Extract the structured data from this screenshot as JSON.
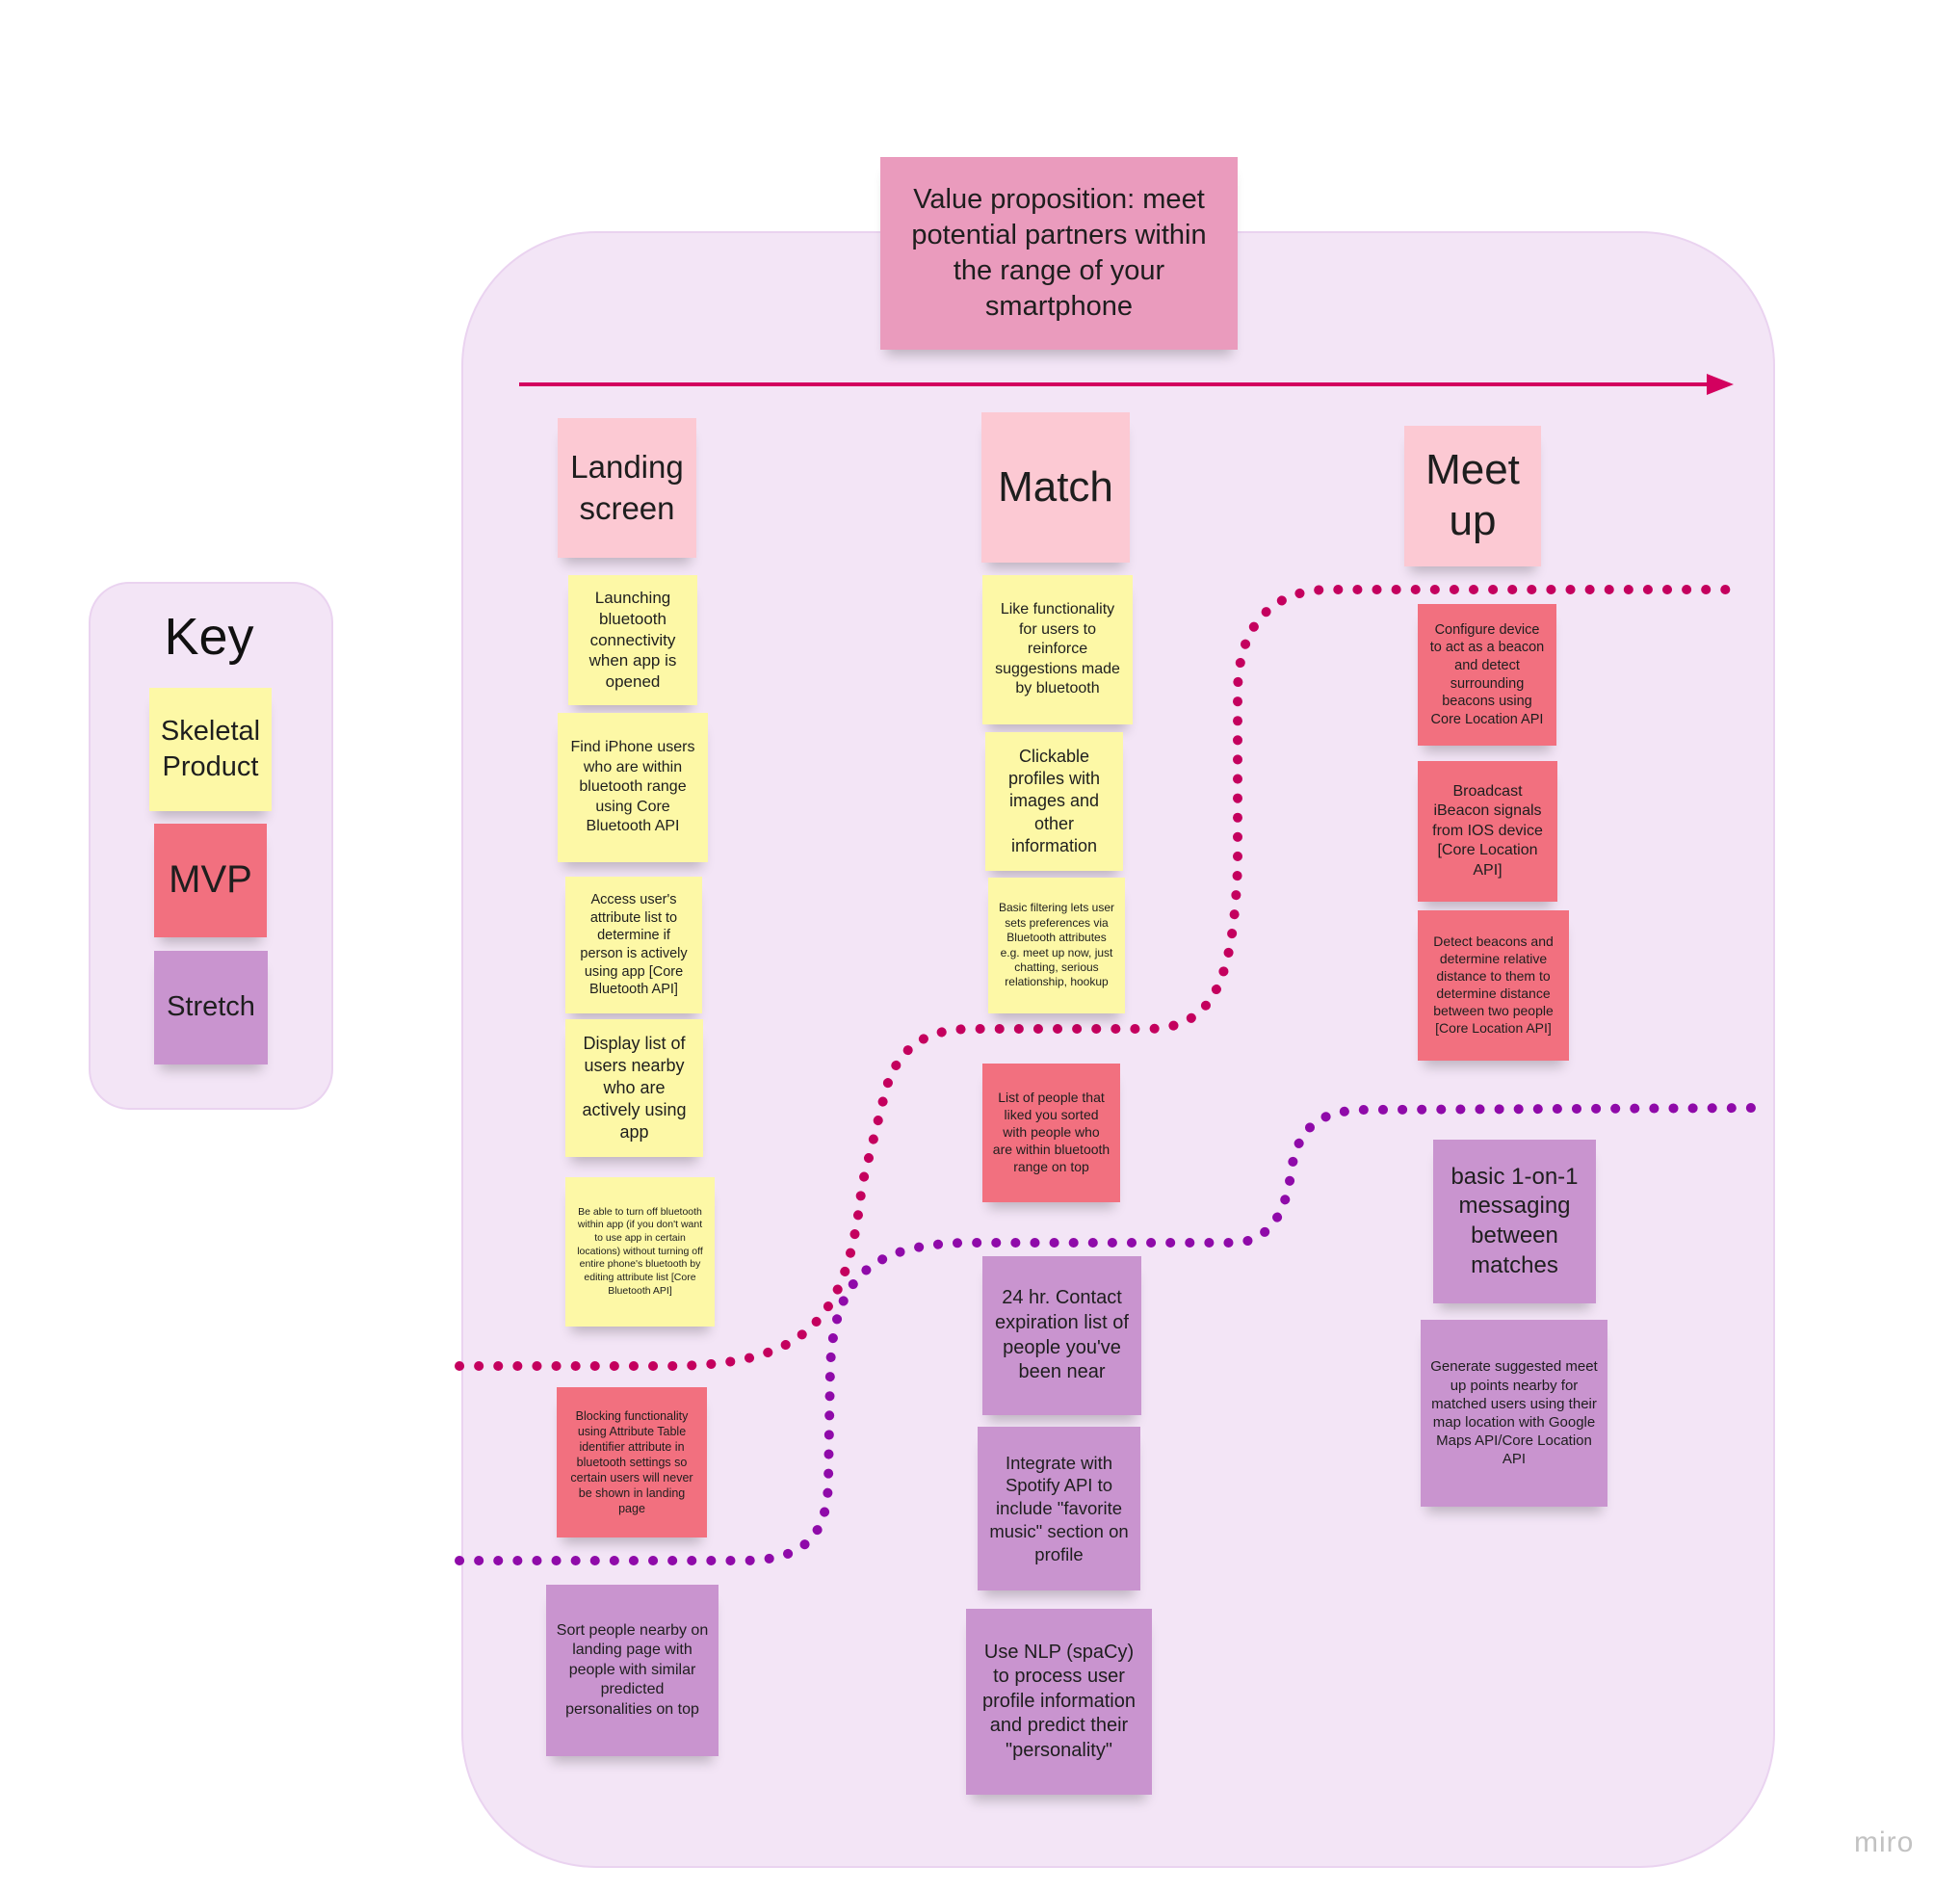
{
  "value_proposition": "Value proposition: meet potential partners within the range of your smartphone",
  "key": {
    "title": "Key",
    "skeletal": "Skeletal Product",
    "mvp": "MVP",
    "stretch": "Stretch"
  },
  "headers": {
    "landing": "Landing screen",
    "match": "Match",
    "meet": "Meet up"
  },
  "landing": {
    "launching": "Launching bluetooth connectivity when app is opened",
    "find_users": "Find iPhone users who are within bluetooth range using Core Bluetooth API",
    "access_attr": "Access user's attribute list to determine if person is actively using app [Core Bluetooth API]",
    "display_list": "Display list of users nearby who are actively using app",
    "turn_off": "Be able to turn off bluetooth within app (if you don't want to use app in certain locations) without turning off entire phone's bluetooth by editing attribute list [Core Bluetooth API]",
    "blocking": "Blocking functionality using Attribute Table identifier attribute in bluetooth settings so certain users will never be shown in landing page",
    "sort_people": "Sort people nearby on landing page with people with similar predicted personalities on top"
  },
  "match": {
    "like": "Like functionality for users to reinforce suggestions made by bluetooth",
    "clickable": "Clickable profiles with images and other information",
    "filtering": "Basic filtering lets user sets preferences via Bluetooth attributes e.g. meet up now, just chatting, serious relationship, hookup",
    "liked_list": "List of people that liked you sorted with people who are within bluetooth range on top",
    "contact_list": "24 hr. Contact expiration list of people you've been near",
    "spotify": "Integrate with Spotify API to include \"favorite music\" section on profile",
    "nlp": "Use NLP (spaCy) to process user profile information and predict their \"personality\""
  },
  "meet": {
    "configure": "Configure device to act as a beacon and detect surrounding beacons using Core Location API",
    "broadcast": "Broadcast iBeacon signals from IOS device [Core Location API]",
    "detect": "Detect beacons and determine relative distance to them to determine distance between two people [Core Location API]",
    "messaging": "basic 1-on-1 messaging between matches",
    "meetpoints": "Generate suggested meet up points nearby for matched users using their map location with Google Maps API/Core Location API"
  },
  "colors": {
    "skeletal": "#fdf8a6",
    "mvp": "#f2707f",
    "stretch": "#c994cf",
    "header": "#fcc9d3",
    "arrow": "#d3005f",
    "mvp_line": "#c4005e",
    "stretch_line": "#8f0aa9"
  },
  "watermark": "miro"
}
